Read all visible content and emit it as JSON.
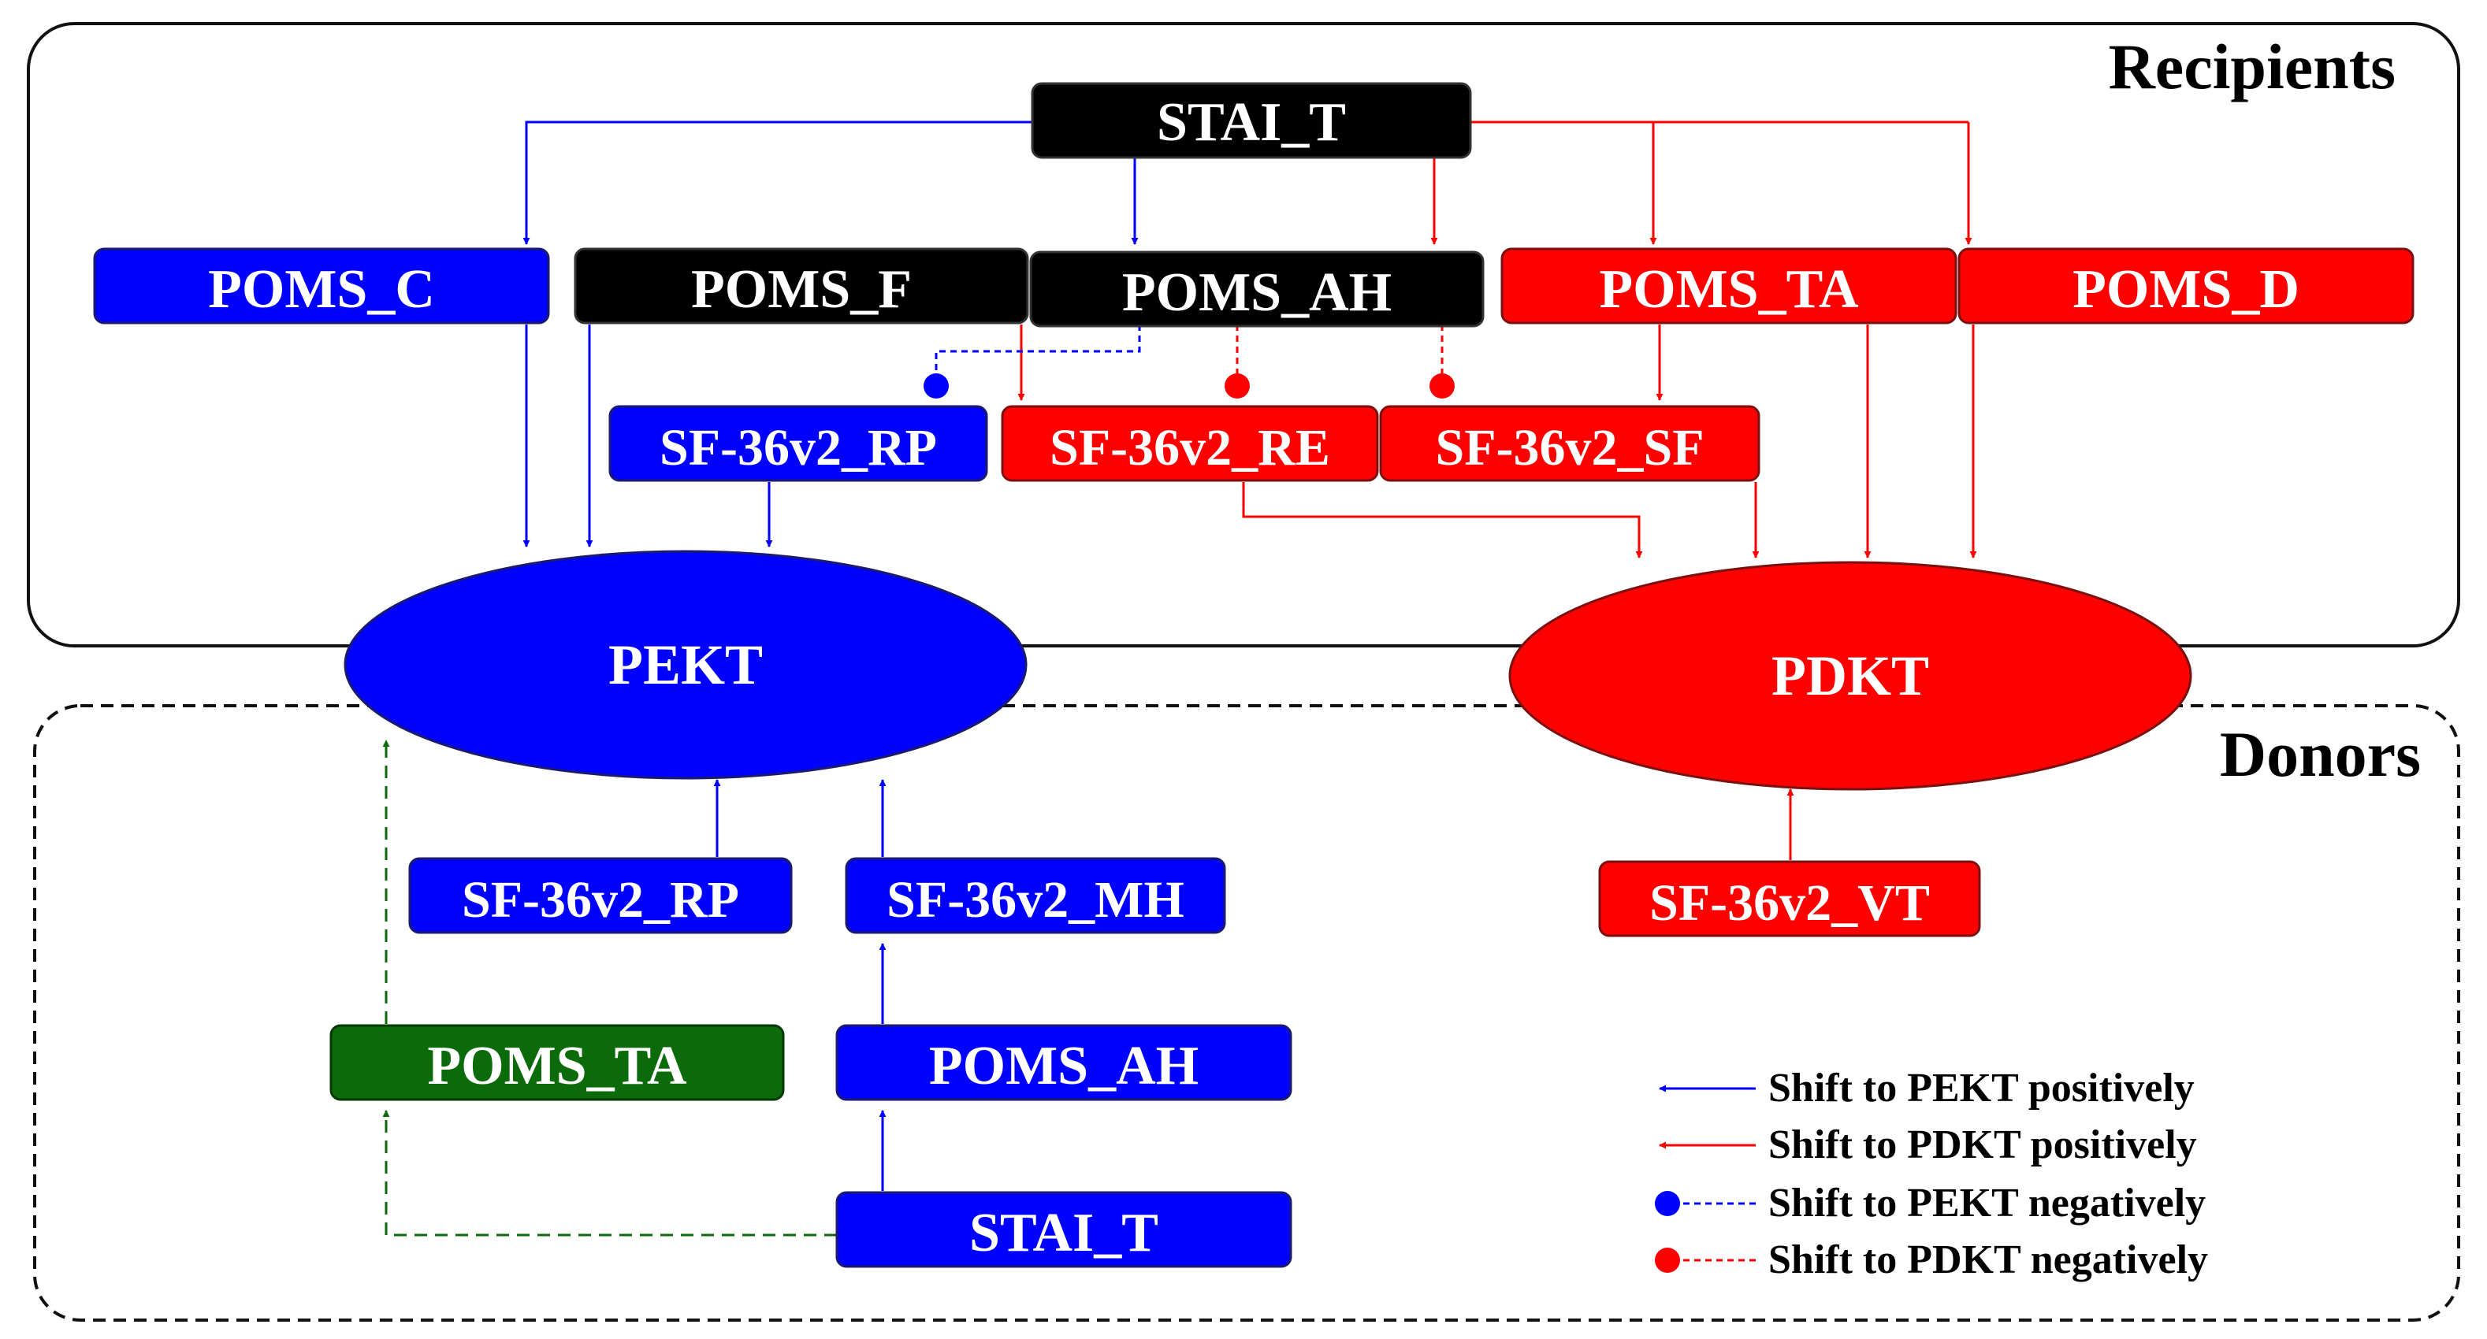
{
  "colors": {
    "blue": "#0000ff",
    "red": "#ff0000",
    "black": "#000000",
    "green": "#0b6b0b",
    "border": "#111111"
  },
  "groups": {
    "recipients": "Recipients",
    "donors": "Donors"
  },
  "outcomes": {
    "pekt": "PEKT",
    "pdkt": "PDKT"
  },
  "recipient_nodes": {
    "stai_t": "STAI_T",
    "poms_c": "POMS_C",
    "poms_f": "POMS_F",
    "poms_ah": "POMS_AH",
    "poms_ta": "POMS_TA",
    "poms_d": "POMS_D",
    "sf_rp": "SF-36v2_RP",
    "sf_re": "SF-36v2_RE",
    "sf_sf": "SF-36v2_SF"
  },
  "donor_nodes": {
    "sf_rp": "SF-36v2_RP",
    "sf_mh": "SF-36v2_MH",
    "sf_vt": "SF-36v2_VT",
    "poms_ta": "POMS_TA",
    "poms_ah": "POMS_AH",
    "stai_t": "STAI_T"
  },
  "legend": [
    {
      "label": "Shift to PEKT positively",
      "color": "#0000ff",
      "style": "arrow"
    },
    {
      "label": "Shift to PDKT positively",
      "color": "#ff0000",
      "style": "arrow"
    },
    {
      "label": "Shift to PEKT negatively",
      "color": "#0000ff",
      "style": "dot-dashed"
    },
    {
      "label": "Shift to PDKT negatively",
      "color": "#ff0000",
      "style": "dot-dashed"
    }
  ]
}
